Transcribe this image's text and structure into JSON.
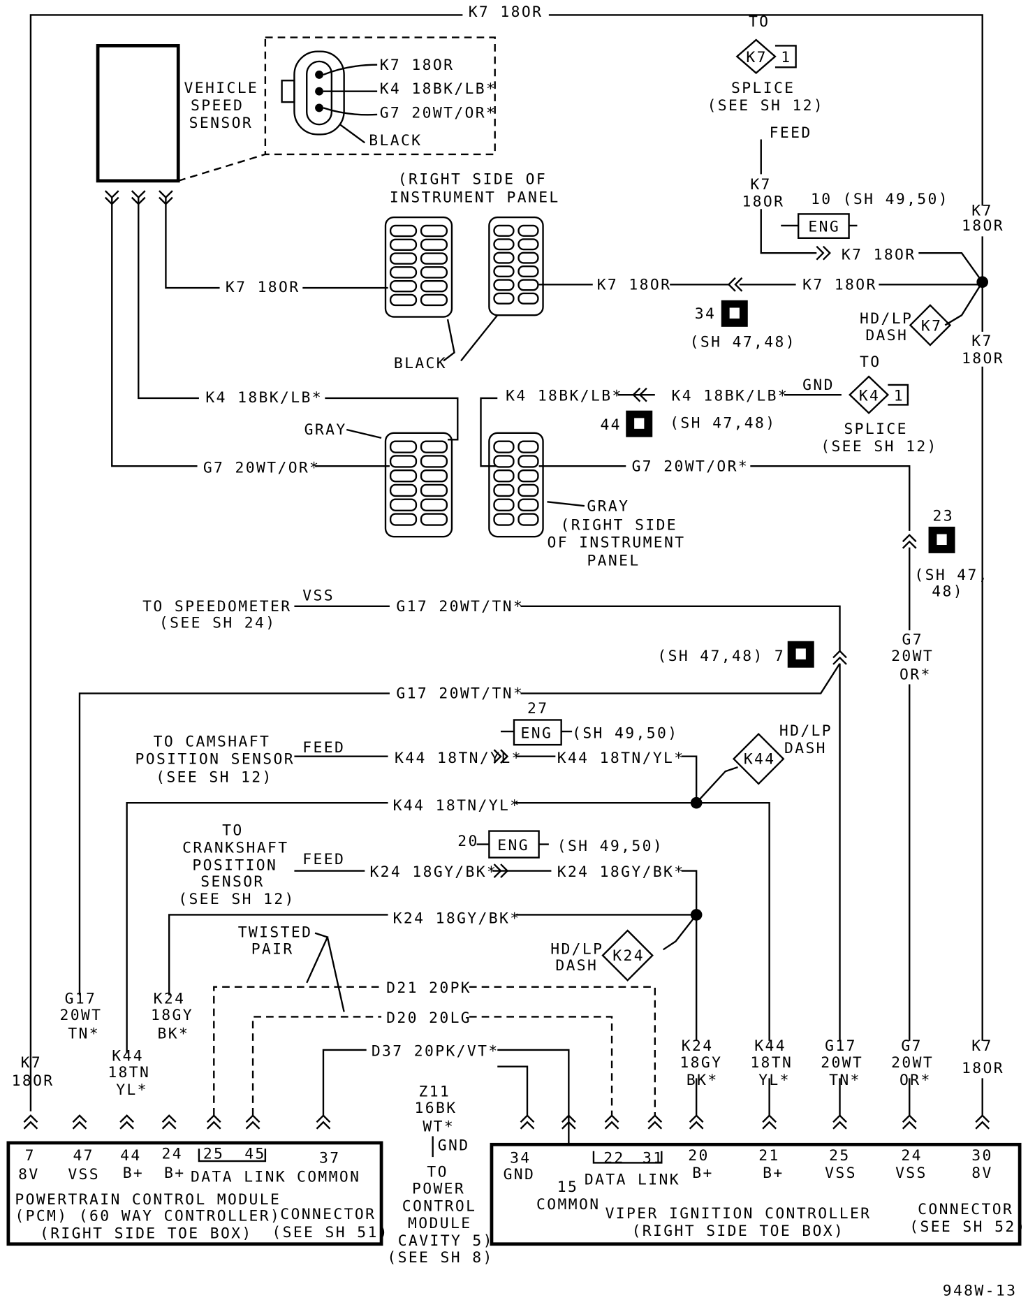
{
  "title_top_wire": "K7 18OR",
  "sensor": {
    "line1": "VEHICLE",
    "line2": "SPEED",
    "line3": "SENSOR",
    "pins": [
      "K7 18OR",
      "K4 18BK/LB*",
      "G7 20WT/OR*"
    ],
    "color": "BLACK"
  },
  "splice_k7": {
    "to": "TO",
    "tag": "K7",
    "num": "1",
    "splice": "SPLICE",
    "see": "(SEE SH 12)",
    "feed": "FEED"
  },
  "k7_wire": {
    "a": "K7",
    "b": "18OR",
    "eng_num": "10 (SH 49,50)",
    "eng": "ENG",
    "after": "K7 18OR",
    "right_a": "K7",
    "right_b": "18OR",
    "right2_a": "K7",
    "right2_b": "18OR"
  },
  "ip_top": {
    "l1": "(RIGHT SIDE OF",
    "l2": "INSTRUMENT PANEL",
    "black": "BLACK"
  },
  "k7_run": {
    "left": "K7 18OR",
    "mid": "K7 18OR",
    "right": "K7 18OR"
  },
  "ground34": {
    "num": "34",
    "sh": "(SH 47,48)"
  },
  "hdlp_k7": {
    "l1": "HD/LP",
    "l2": "DASH",
    "tag": "K7"
  },
  "k4_run": {
    "left": "K4 18BK/LB*",
    "mid": "K4 18BK/LB*",
    "right": "K4 18BK/LB*",
    "gnd": "GND"
  },
  "splice_k4": {
    "to": "TO",
    "tag": "K4",
    "num": "1",
    "splice": "SPLICE",
    "see": "(SEE SH 12)"
  },
  "ground44": {
    "num": "44",
    "sh": "(SH 47,48)"
  },
  "gray_top": "GRAY",
  "g7_run": {
    "left": "G7 20WT/OR*",
    "right": "G7 20WT/OR*"
  },
  "ip_bottom": {
    "gray": "GRAY",
    "l1": "(RIGHT SIDE",
    "l2": "OF INSTRUMENT",
    "l3": "PANEL"
  },
  "ground23": {
    "num": "23",
    "sh1": "(SH 47,",
    "sh2": "48)"
  },
  "speedo": {
    "l1": "TO SPEEDOMETER",
    "l2": "(SEE SH 24)",
    "vss": "VSS",
    "wire": "G17 20WT/TN*"
  },
  "ground7": {
    "label": "(SH 47,48) 7"
  },
  "g7_vert": {
    "a": "G7",
    "b": "20WT",
    "c": "OR*"
  },
  "g17_run": "G17 20WT/TN*",
  "eng27": {
    "num": "27",
    "eng": "ENG",
    "sh": "(SH 49,50)"
  },
  "hdlp_k44": {
    "l1": "HD/LP",
    "l2": "DASH",
    "tag": "K44"
  },
  "cam": {
    "l1": "TO CAMSHAFT",
    "l2": "POSITION SENSOR",
    "l3": "(SEE SH 12)",
    "feed": "FEED",
    "w1": "K44 18TN/YL*",
    "w2": "K44 18TN/YL*"
  },
  "k44_run": "K44 18TN/YL*",
  "crank": {
    "l1": "TO",
    "l2": "CRANKSHAFT",
    "l3": "POSITION",
    "l4": "SENSOR",
    "l5": "(SEE SH 12)",
    "feed": "FEED",
    "w1": "K24 18GY/BK*",
    "w2": "K24 18GY/BK*"
  },
  "eng20": {
    "num": "20",
    "eng": "ENG",
    "sh": "(SH 49,50)"
  },
  "k24_run": "K24 18GY/BK*",
  "twisted": {
    "l1": "TWISTED",
    "l2": "PAIR"
  },
  "hdlp_k24": {
    "l1": "HD/LP",
    "l2": "DASH",
    "tag": "K24"
  },
  "data_wires": {
    "d21": "D21 20PK",
    "d20": "D20 20LG",
    "d37": "D37 20PK/VT*"
  },
  "left_verts": {
    "g17": [
      "G17",
      "20WT",
      "TN*"
    ],
    "k24": [
      "K24",
      "18GY",
      "BK*"
    ],
    "k44": [
      "K44",
      "18TN",
      "YL*"
    ],
    "k7": [
      "K7",
      "18OR"
    ]
  },
  "right_verts": {
    "k24": [
      "K24",
      "18GY",
      "BK*"
    ],
    "k44": [
      "K44",
      "18TN",
      "YL*"
    ],
    "g17": [
      "G17",
      "20WT",
      "TN*"
    ],
    "g7": [
      "G7",
      "20WT",
      "OR*"
    ],
    "k7": [
      "K7",
      "18OR"
    ]
  },
  "z11": {
    "a": "Z11",
    "b": "16BK",
    "c": "WT*",
    "gnd": "GND"
  },
  "pcm": {
    "pins": [
      [
        "7",
        "8V"
      ],
      [
        "47",
        "VSS"
      ],
      [
        "44",
        "B+"
      ],
      [
        "24",
        "B+"
      ],
      [
        "25",
        ""
      ],
      [
        "45",
        ""
      ],
      [
        "37",
        "COMMON"
      ]
    ],
    "data_link": "DATA LINK",
    "name1": "POWERTRAIN CONTROL MODULE",
    "name2": "(PCM) (60 WAY CONTROLLER)",
    "name3": "(RIGHT SIDE TOE BOX)",
    "conn1": "CONNECTOR",
    "conn2": "(SEE SH 51)"
  },
  "pcm_to": {
    "l1": "TO",
    "l2": "POWER",
    "l3": "CONTROL",
    "l4": "MODULE",
    "l5": "CAVITY 5)",
    "l6": "(SEE SH 8)"
  },
  "vic": {
    "pins": [
      [
        "34",
        "GND"
      ],
      [
        "15",
        "COMMON"
      ],
      [
        "22",
        ""
      ],
      [
        "31",
        ""
      ],
      [
        "20",
        "B+"
      ],
      [
        "21",
        "B+"
      ],
      [
        "25",
        "VSS"
      ],
      [
        "24",
        "VSS"
      ],
      [
        "30",
        "8V"
      ]
    ],
    "data_link": "DATA LINK",
    "name1": "VIPER IGNITION CONTROLLER",
    "name2": "(RIGHT SIDE TOE BOX)",
    "conn1": "CONNECTOR",
    "conn2": "(SEE SH 52)"
  },
  "figure_id": "948W-13"
}
